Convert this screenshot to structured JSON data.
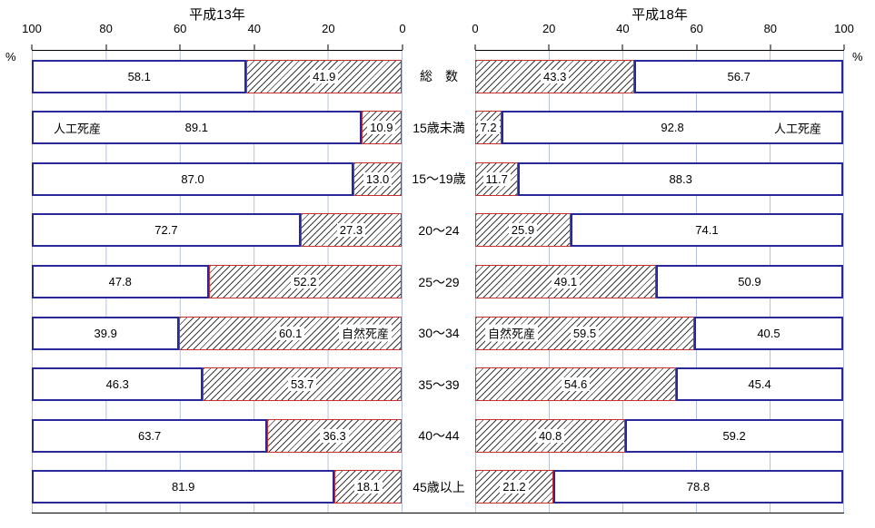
{
  "titles": {
    "left": "平成13年",
    "right": "平成18年"
  },
  "percent_label_left": "%",
  "percent_label_right": "%",
  "axis": {
    "left_ticks": [
      "100",
      "80",
      "60",
      "40",
      "20",
      "0"
    ],
    "right_ticks": [
      "0",
      "20",
      "40",
      "60",
      "80",
      "100"
    ]
  },
  "legend_labels": {
    "artificial": "人工死産",
    "natural": "自然死産"
  },
  "label_rows": {
    "artificial": 1,
    "natural": 5
  },
  "chart_data": {
    "type": "bar",
    "orientation": "horizontal, back-to-back mirrored, 100% stacked",
    "categories": [
      "総　数",
      "15歳未満",
      "15～19歳",
      "20～24",
      "25～29",
      "30～34",
      "35～39",
      "40～44",
      "45歳以上"
    ],
    "series": [
      {
        "name": "人工死産 (平成13年)",
        "values": [
          "58.1",
          "89.1",
          "87.0",
          "72.7",
          "47.8",
          "39.9",
          "46.3",
          "63.7",
          "81.9"
        ]
      },
      {
        "name": "自然死産 (平成13年)",
        "values": [
          "41.9",
          "10.9",
          "13.0",
          "27.3",
          "52.2",
          "60.1",
          "53.7",
          "36.3",
          "18.1"
        ]
      },
      {
        "name": "自然死産 (平成18年)",
        "values": [
          "43.3",
          "7.2",
          "11.7",
          "25.9",
          "49.1",
          "59.5",
          "54.6",
          "40.8",
          "21.2"
        ]
      },
      {
        "name": "人工死産 (平成18年)",
        "values": [
          "56.7",
          "92.8",
          "88.3",
          "74.1",
          "50.9",
          "40.5",
          "45.4",
          "59.2",
          "78.8"
        ]
      }
    ],
    "xlim": [
      0,
      100
    ],
    "gridline_interval": 20,
    "grid": true,
    "legend_position": "labels drawn inside bars (rows 15歳未満 and 30～34)"
  },
  "colors": {
    "bar_border": "#28289a",
    "hatch_border": "#c53030",
    "hatch_line": "#3c3c3c",
    "grid": "#b4c0de",
    "axis": "#000000"
  }
}
